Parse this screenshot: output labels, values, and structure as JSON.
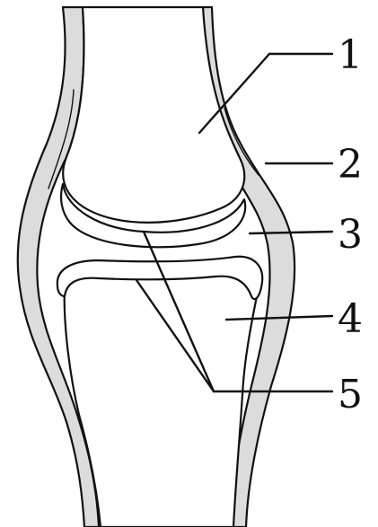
{
  "labels": [
    {
      "id": "label-1",
      "text": "1"
    },
    {
      "id": "label-2",
      "text": "2"
    },
    {
      "id": "label-3",
      "text": "3"
    },
    {
      "id": "label-4",
      "text": "4"
    },
    {
      "id": "label-5",
      "text": "5"
    }
  ],
  "colors": {
    "capsule_fill": "#dcdcdc",
    "line": "#111111",
    "background": "#ffffff"
  }
}
